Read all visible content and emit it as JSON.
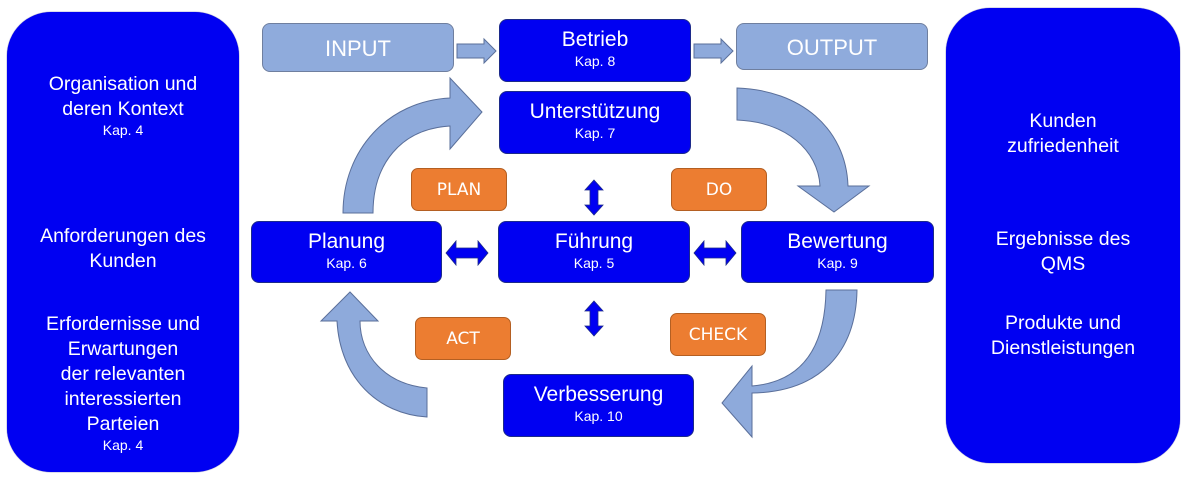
{
  "left_panel": {
    "blocks": [
      {
        "lines": [
          "Organisation und",
          "deren Kontext"
        ],
        "kap": "Kap. 4"
      },
      {
        "lines": [
          "Anforderungen des",
          "Kunden"
        ],
        "kap": ""
      },
      {
        "lines": [
          "Erfordernisse und",
          "Erwartungen",
          "der relevanten",
          "interessierten",
          "Parteien"
        ],
        "kap": "Kap. 4"
      }
    ]
  },
  "right_panel": {
    "blocks": [
      {
        "lines": [
          "Kunden",
          "zufriedenheit"
        ]
      },
      {
        "lines": [
          "Ergebnisse des",
          "QMS"
        ]
      },
      {
        "lines": [
          "Produkte und",
          "Dienstleistungen"
        ]
      }
    ]
  },
  "io": {
    "input": "INPUT",
    "output": "OUTPUT"
  },
  "process_boxes": {
    "betrieb": {
      "title": "Betrieb",
      "kap": "Kap. 8"
    },
    "unterstuetzung": {
      "title": "Unterstützung",
      "kap": "Kap. 7"
    },
    "planung": {
      "title": "Planung",
      "kap": "Kap. 6"
    },
    "fuehrung": {
      "title": "Führung",
      "kap": "Kap. 5"
    },
    "bewertung": {
      "title": "Bewertung",
      "kap": "Kap. 9"
    },
    "verbesserung": {
      "title": "Verbesserung",
      "kap": "Kap. 10"
    }
  },
  "pdca": {
    "plan": "PLAN",
    "do": "DO",
    "check": "CHECK",
    "act": "ACT"
  },
  "colors": {
    "box_blue": "#0000f2",
    "io_blue": "#8fabdc",
    "pdca_orange": "#ec7d31",
    "arrow_blue": "#8eaadb"
  }
}
